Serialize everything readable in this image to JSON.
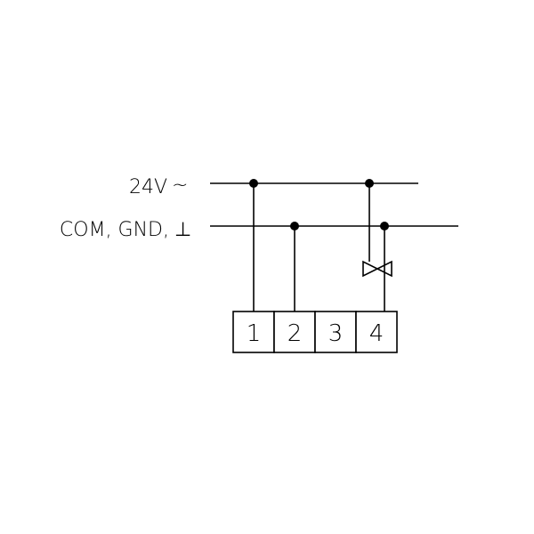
{
  "rails": {
    "supply_label": "24V",
    "supply_symbol": "~",
    "common_label": "COM, GND,",
    "common_symbol": "⊥"
  },
  "terminals": [
    "1",
    "2",
    "3",
    "4"
  ],
  "colors": {
    "line": "#000000",
    "background": "#ffffff"
  },
  "icons": {
    "valve": "valve-icon"
  }
}
